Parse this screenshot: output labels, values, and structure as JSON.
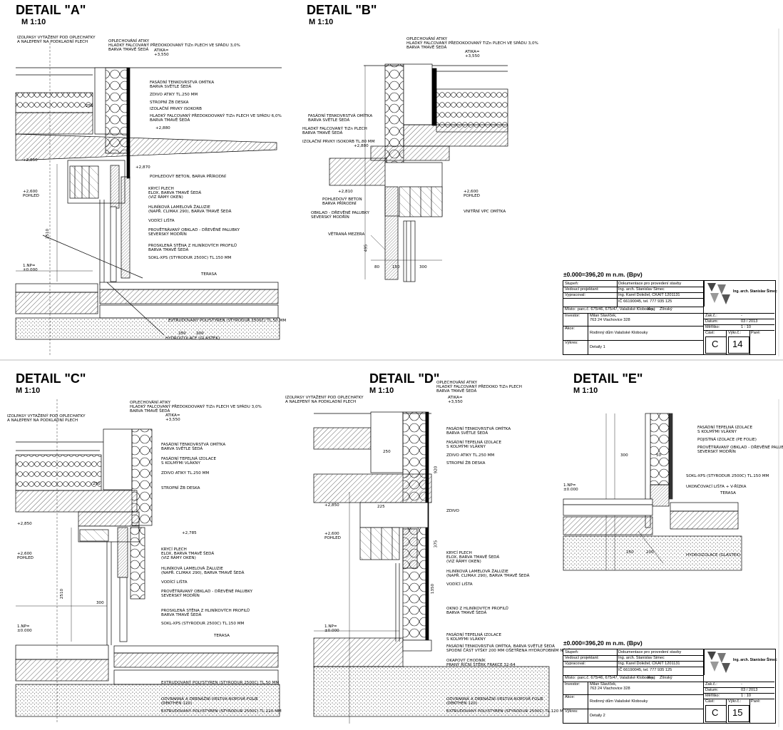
{
  "details": [
    {
      "title": "DETAIL \"A\"",
      "scale": "M  1:10"
    },
    {
      "title": "DETAIL \"B\"",
      "scale": "M  1:10"
    },
    {
      "title": "DETAIL \"C\"",
      "scale": "M  1:10"
    },
    {
      "title": "DETAIL \"D\"",
      "scale": "M  1:10"
    },
    {
      "title": "DETAIL \"E\"",
      "scale": "M  1:10"
    }
  ],
  "labels": {
    "a1": "IZOLPASY VYTAŽENÝ POD OPLECHATKY\nA NALEPENÝ NA PODKLADNÍ PLECH",
    "a2": "OPLECHOVÁNÍ ATIKY\nHLADKÝ FALCOVANÝ PŘEDOKOOVANÝ TiZn PLECH VE SPÁDU 3,0%\nBARVA TMAVĚ ŠEDÁ",
    "a3": "FASÁDNÍ TENKOVRSTVÁ OMÍTKA\nBARVA SVĚTLE ŠEDÁ",
    "a4": "ZDIVO ATIKY TL.250 MM",
    "a5": "STROPNÍ ŽB DESKA",
    "a6": "IZOLAČNÍ PRVKY ISOKORB",
    "a7": "HLADKÝ FALCOVANÝ PŘEDOKOOVANÝ TiZn PLECH VE SPÁDU 6,0%\nBARVA TMAVĚ ŠEDÁ",
    "a8": "POHLEDOVÝ BETON, BARVA PŘÍRODNÍ",
    "a9": "KRYCÍ PLECH\nELOX, BARVA TMAVĚ ŠEDÁ\n(VIZ RÁMY OKEN)",
    "a10": "HLINÍKOVÁ LAMELOVÁ ŽALUZIE\n(NAPŘ. CLIMAX 290), BARVA TMAVĚ ŠEDÁ",
    "a11": "VODÍCÍ LIŠTA",
    "a12": "PROVĚTRÁVANÝ OBKLAD - DŘEVĚNÉ PALUBKY\nSEVERSKÝ MODŘÍN",
    "a13": "PROSKLENÁ STĚNA Z HLINÍKOVÝCH PROFILŮ\nBARVA TMAVĚ ŠEDÁ",
    "a14": "SOKL-XPS (STYRODUR 2500C) TL.150 MM",
    "a15": "TERASA",
    "a16": "EXTRUDOVANÝ POLYSTYREN (STYRODUR 2500C) TL.50 MM",
    "a17": "HYDROIZOLACE (GLASTEK)",
    "b1": "OPLECHOVÁNÍ ATIKY\nHLADKÝ FALCOVANÝ PŘEDOKOOVANÝ TiZn PLECH VE SPÁDU 3,0%\nBARVA TMAVĚ ŠEDÁ",
    "b2": "FASÁDNÍ TENKOVRSTVÁ OMÍTKA\nBARVA SVĚTLE ŠEDÁ",
    "b3": "HLADKÝ FALCOVANÝ TiZn PLECH\nBARVA TMAVĚ ŠEDÁ",
    "b4": "IZOLAČNÍ PRVKY ISOKORB TL.80 MM",
    "b5": "POHLEDOVÝ BETON\nBARVA PŘÍRODNÍ",
    "b6": "OBKLAD - DŘEVĚNÉ PALUBKY\nSEVERSKÝ MODŘÍN",
    "b7": "VNITŘNÍ VPC OMÍTKA",
    "b8": "VĚTRANÁ MEZERA",
    "c1": "IZOLPASY VYTAŽENÝ POD OPLECHATKY\nA NALEPENÝ NA PODKLADNÍ PLECH",
    "c2": "OPLECHOVÁNÍ ATIKY\nHLADKÝ FALCOVANÝ PŘEDOKOOVANÝ TiZn PLECH VE SPÁDU 3,0%\nBARVA TMAVĚ ŠEDÁ",
    "c3": "FASÁDNÍ TENKOVRSTVÁ OMÍTKA\nBARVA SVĚTLE ŠEDÁ",
    "c4": "FASÁDNÍ TEPELNÁ IZOLACE\nS KOLMÝMI VLÁKNY",
    "c5": "ZDIVO ATIKY TL.250 MM",
    "c6": "STROPNÍ ŽB DESKA",
    "c7": "KRYCÍ PLECH\nELOX, BARVA TMAVĚ ŠEDÁ\n(VIZ RÁMY OKEN)",
    "c8": "HLINÍKOVÁ LAMELOVÁ ŽALUZIE\n(NAPŘ. CLIMAX 290), BARVA TMAVĚ ŠEDÁ",
    "c9": "VODÍCÍ LIŠTA",
    "c10": "PROVĚTRÁVANÝ OBKLAD - DŘEVĚNÉ PALUBKY\nSEVERSKÝ MODŘÍN",
    "c11": "PROSKLENÁ STĚNA Z HLINÍKOVÝCH PROFILŮ\nBARVA TMAVĚ ŠEDÁ",
    "c12": "SOKL-XPS (STYRODUR 2500C) TL.150 MM",
    "c13": "TERASA",
    "c14": "EXTRUDOVANÝ POLYSTYREN (STYRODUR 2500C) TL.50 MM",
    "c15": "ODVRANNÁ A DRENÁŽNÍ VRSTVA-NOPOVÁ FOLIE\n(DEKTHEN 120)",
    "c16": "EXTRUDOVANÝ POLYSTYREN (STYRODUR 2500C) TL.120 MM",
    "d1": "IZOLPASY VYTAŽENÝ POD OPLECHATKY\nA NALEPENÝ NA PODKLADNÍ PLECH",
    "d2": "OPLECHOVÁNÍ ATIKY\nHLADKÝ FALCOVANÝ PŘEDOKO TiZn PLECH\nBARVA TMAVĚ ŠEDÁ",
    "d3": "FASÁDNÍ TENKOVRSTVÁ OMÍTKA\nBARVA SVĚTLE ŠEDÁ",
    "d4": "FASÁDNÍ TEPELNÁ IZOLACE\nS KOLMÝMI VLÁKNY",
    "d5": "ZDIVO ATIKY TL.250 MM",
    "d6": "STROPNÍ ŽB DESKA",
    "d7": "ZDIVO",
    "d8": "KRYCÍ PLECH\nELOX, BARVA TMAVĚ ŠEDÁ\n(VIZ RÁMY OKEN)",
    "d9": "HLINÍKOVÁ LAMELOVÁ ŽALUZIE\n(NAPŘ. CLIMAX 290), BARVA TMAVĚ ŠEDÁ",
    "d10": "VODÍCÍ LIŠTA",
    "d11": "OKNO Z HLINÍKOVÝCH PROFILŮ\nBARVA TMAVĚ ŠEDÁ",
    "d12": "FASÁDNÍ TEPELNÁ IZOLACE\nS KOLMÝMI VLÁKNY",
    "d13": "FASÁDNÍ TENKOVRSTVÁ OMÍTKA, BARVA SVĚTLE ŠEDÁ\nSPODNÍ ČÁST VÝŠKY 200 MM OŠETŘENA HYDROFOBNÍM NÁTĚREM",
    "d14": "OKAPOVÝ CHODNÍK\nPRANÝ ŘÍČNÍ ŠTĚRK FRAKCE 32-64",
    "d15": "ODVRANNÁ A DRENÁŽNÍ VRSTVA-NOPOVÁ FOLIE\n(DEKTHEN 120)",
    "d16": "EXTRUDOVANÝ POLYSTYREN (STYRODUR 2500C) TL.120 MM",
    "e1": "FASÁDNÍ TEPELNÁ IZOLACE\nS KOLMÝMI VLÁKNY",
    "e2": "POJISTNÁ IZOLACE (PE FOLIE)",
    "e3": "PROVĚTRÁVANÝ OBKLAD - DŘEVĚNÉ PALUBKY\nSEVERSKÝ MODŘÍN",
    "e4": "SOKL-XPS (STYRODUR 2500C) TL.150 MM",
    "e5": "UKONČOVACÍ LIŠTA + V-ŘÍZKA",
    "e6": "TERASA",
    "e7": "HYDROIZOLACE (GLASTEK)"
  },
  "dims": {
    "atika1": "ATIKA=\n+3,550",
    "e2880": "+2,880",
    "e2850": "+2,850",
    "e2870": "+2,870",
    "e2600": "+2,600\nPOHLED",
    "e2810": "+2,810",
    "e2785": "+2,785",
    "np": "1.NP=\n±0.000",
    "d250": "250",
    "d300": "300",
    "d150": "150",
    "d50": "50",
    "d200": "200",
    "d2510": "2510",
    "d225": "225",
    "d1350": "1350",
    "d495": "495",
    "d80": "80",
    "d920": "920",
    "d375": "375"
  },
  "titleblocks": [
    {
      "elevation": "±0.000=396,20 m n.m. (Bpv)",
      "stupen_l": "Stupeň:",
      "stupen_v": "Dokumentace pro provedení stavby",
      "vedouci_l": "Vedoucí projektant:",
      "vedouci_v": "Ing. arch. Stanislav Šimec",
      "vypracoval_l": "Vypracoval:",
      "vypracoval_v": "Ing. Karel Doležel, ČKAIT 1201131",
      "ic": "IČ 66190045, tel. 777 935 125",
      "misto_l": "Místo:",
      "misto_v": "parc.č. 675/46, 675/47, Valašské Klobouky",
      "kraj_l": "Kraj:",
      "kraj_v": "Zlínský",
      "investor_l": "Investor:",
      "investor_v": "Milan Slavíček,\n763 24 Vlachovice 328",
      "akce_l": "Akce:",
      "akce_v": "Rodinný dům Valašské Klobouky",
      "vykres_l": "Výkres:",
      "vykres_v": "Detaily 1",
      "zak_l": "Zak.č.:",
      "zak_v": "-",
      "datum_l": "Datum:",
      "datum_v": "03 / 2013",
      "meritko_l": "Měřítko:",
      "meritko_v": "1 : 10",
      "cast_l": "Část:",
      "cast_v": "C",
      "vykc_l": "Výkr.č.:",
      "vykc_v": "14",
      "pare_l": "Paré:",
      "logo_name": "Ing. arch. Stanislav Šimec"
    },
    {
      "elevation": "±0.000=396,20 m n.m. (Bpv)",
      "stupen_l": "Stupeň:",
      "stupen_v": "Dokumentace pro provedení stavby",
      "vedouci_l": "Vedoucí projektant:",
      "vedouci_v": "Ing. arch. Stanislav Šimec",
      "vypracoval_l": "Vypracoval:",
      "vypracoval_v": "Ing. Karel Doležel, ČKAIT 1201131",
      "ic": "IČ 66190045, tel. 777 935 125",
      "misto_l": "Místo:",
      "misto_v": "parc.č. 675/46, 675/47, Valašské Klobouky",
      "kraj_l": "Kraj:",
      "kraj_v": "Zlínský",
      "investor_l": "Investor:",
      "investor_v": "Milan Slavíček,\n763 24 Vlachovice 328",
      "akce_l": "Akce:",
      "akce_v": "Rodinný dům Valašské Klobouky",
      "vykres_l": "Výkres:",
      "vykres_v": "Detaily 2",
      "zak_l": "Zak.č.:",
      "zak_v": "-",
      "datum_l": "Datum:",
      "datum_v": "03 / 2013",
      "meritko_l": "Měřítko:",
      "meritko_v": "1 : 10",
      "cast_l": "Část:",
      "cast_v": "C",
      "vykc_l": "Výkr.č.:",
      "vykc_v": "15",
      "pare_l": "Paré:",
      "logo_name": "Ing. arch. Stanislav Šimec"
    }
  ]
}
